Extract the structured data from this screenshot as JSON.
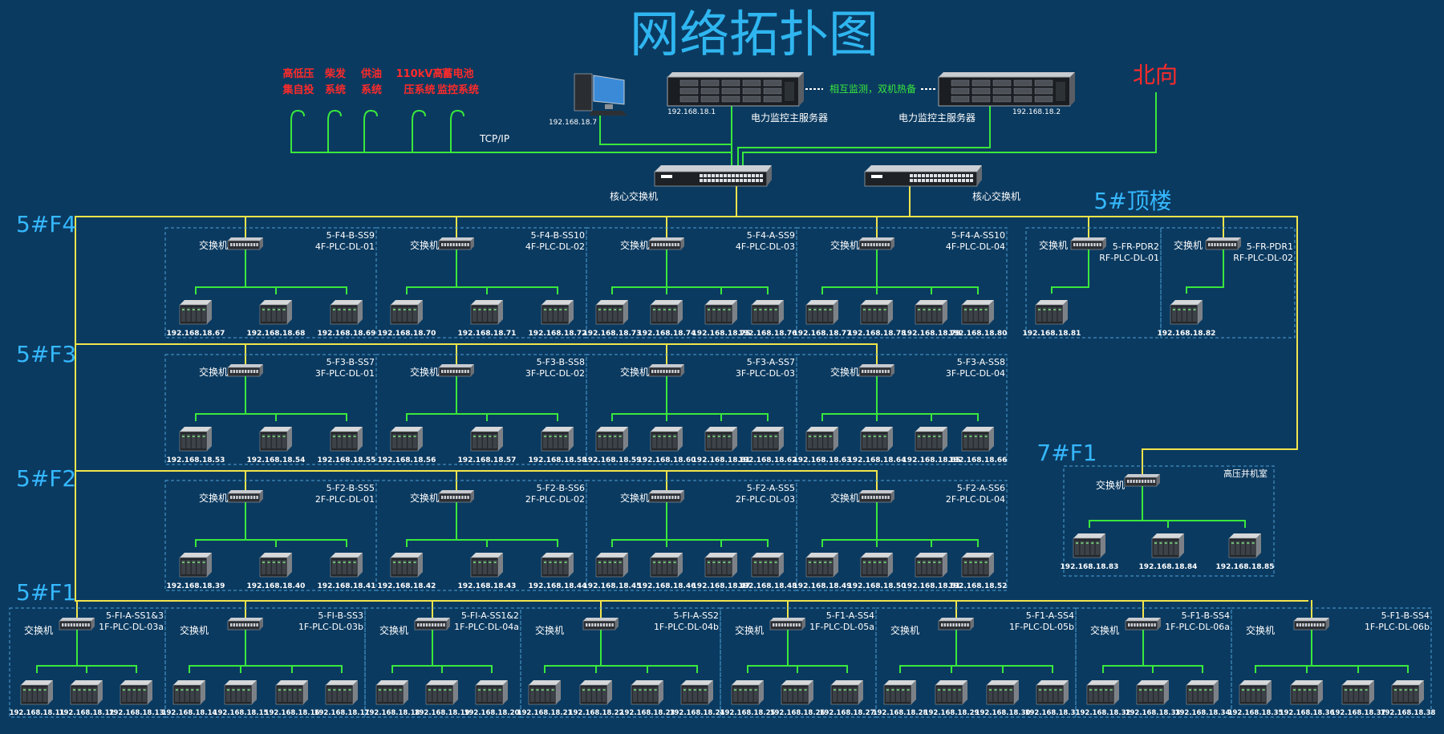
{
  "title": "网络拓扑图",
  "north_label": "北向",
  "tcpip_label": "TCP/IP",
  "switch_label": "交换机",
  "core_switch_label": "核心交换机",
  "server_pair_label": "相互监测，双机热备",
  "colors": {
    "background": "#0b3a60",
    "bus": "#f2e44a",
    "link": "#39e83c",
    "floor": "#35b8ff",
    "external": "#ff2a2a",
    "title": "#2fb6f0",
    "panel_border": "#4ea3d6"
  },
  "external_systems": [
    {
      "line1": "高低压",
      "line2": "集自投"
    },
    {
      "line1": "柴发",
      "line2": "系统"
    },
    {
      "line1": "供油",
      "line2": "系统"
    },
    {
      "line1": "110kV高",
      "line2": "压系统"
    },
    {
      "line1": "蓄电池",
      "line2": "监控系统"
    }
  ],
  "workstation": {
    "ip": "192.168.18.7"
  },
  "servers": [
    {
      "label": "电力监控主服务器",
      "ip": "192.168.18.1"
    },
    {
      "label": "电力监控主服务器",
      "ip": "192.168.18.2"
    }
  ],
  "core_switches": [
    {
      "label": "核心交换机"
    },
    {
      "label": "核心交换机"
    }
  ],
  "floors": [
    {
      "label": "5#F4",
      "panels": [
        {
          "code": "5-F4-B-SS9",
          "plc": "4F-PLC-DL-01",
          "ips": [
            "192.168.18.67",
            "192.168.18.68",
            "192.168.18.69"
          ]
        },
        {
          "code": "5-F4-B-SS10",
          "plc": "4F-PLC-DL-02",
          "ips": [
            "192.168.18.70",
            "192.168.18.71",
            "192.168.18.72"
          ]
        },
        {
          "code": "5-F4-A-SS9",
          "plc": "4F-PLC-DL-03",
          "ips": [
            "192.168.18.73",
            "192.168.18.74",
            "192.168.18.75",
            "192.168.18.76"
          ]
        },
        {
          "code": "5-F4-A-SS10",
          "plc": "4F-PLC-DL-04",
          "ips": [
            "192.168.18.77",
            "192.168.18.78",
            "192.168.18.79",
            "192.168.18.80"
          ]
        }
      ]
    },
    {
      "label": "5#F3",
      "panels": [
        {
          "code": "5-F3-B-SS7",
          "plc": "3F-PLC-DL-01",
          "ips": [
            "192.168.18.53",
            "192.168.18.54",
            "192.168.18.55"
          ]
        },
        {
          "code": "5-F3-B-SS8",
          "plc": "3F-PLC-DL-02",
          "ips": [
            "192.168.18.56",
            "192.168.18.57",
            "192.168.18.58"
          ]
        },
        {
          "code": "5-F3-A-SS7",
          "plc": "3F-PLC-DL-03",
          "ips": [
            "192.168.18.59",
            "192.168.18.60",
            "192.168.18.61",
            "192.168.18.62"
          ]
        },
        {
          "code": "5-F3-A-SS8",
          "plc": "3F-PLC-DL-04",
          "ips": [
            "192.168.18.63",
            "192.168.18.64",
            "192.168.18.65",
            "192.168.18.66"
          ]
        }
      ]
    },
    {
      "label": "5#F2",
      "panels": [
        {
          "code": "5-F2-B-SS5",
          "plc": "2F-PLC-DL-01",
          "ips": [
            "192.168.18.39",
            "192.168.18.40",
            "192.168.18.41"
          ]
        },
        {
          "code": "5-F2-B-SS6",
          "plc": "2F-PLC-DL-02",
          "ips": [
            "192.168.18.42",
            "192.168.18.43",
            "192.168.18.44"
          ]
        },
        {
          "code": "5-F2-A-SS5",
          "plc": "2F-PLC-DL-03",
          "ips": [
            "192.168.18.45",
            "192.168.18.46",
            "192.168.18.47",
            "192.168.18.48"
          ]
        },
        {
          "code": "5-F2-A-SS6",
          "plc": "2F-PLC-DL-04",
          "ips": [
            "192.168.18.49",
            "192.168.18.50",
            "192.168.18.51",
            "192.168.18.52"
          ]
        }
      ]
    },
    {
      "label": "5#F1",
      "panels": [
        {
          "code": "5-FI-A-SS1&3",
          "plc": "1F-PLC-DL-03a",
          "ips": [
            "192.168.18.11",
            "192.168.18.12",
            "192.168.18.13"
          ]
        },
        {
          "code": "5-FI-B-SS3",
          "plc": "1F-PLC-DL-03b",
          "ips": [
            "192.168.18.14",
            "192.168.18.15",
            "192.168.18.16",
            "192.168.18.17"
          ]
        },
        {
          "code": "5-FI-A-SS1&2",
          "plc": "1F-PLC-DL-04a",
          "ips": [
            "192.168.18.18",
            "192.168.18.19",
            "192.168.18.20"
          ]
        },
        {
          "code": "5-FI-A-SS2",
          "plc": "1F-PLC-DL-04b",
          "ips": [
            "192.168.18.21",
            "192.168.18.22",
            "192.168.18.23",
            "192.168.18.24"
          ]
        },
        {
          "code": "5-F1-A-SS4",
          "plc": "1F-PLC-DL-05a",
          "ips": [
            "192.168.18.25",
            "192.168.18.26",
            "192.168.18.27"
          ]
        },
        {
          "code": "5-F1-A-SS4",
          "plc": "1F-PLC-DL-05b",
          "ips": [
            "192.168.18.28",
            "192.168.18.29",
            "192.168.18.30",
            "192.168.18.31"
          ]
        },
        {
          "code": "5-F1-B-SS4",
          "plc": "1F-PLC-DL-06a",
          "ips": [
            "192.168.18.32",
            "192.168.18.33",
            "192.168.18.34"
          ]
        },
        {
          "code": "5-F1-B-SS4",
          "plc": "1F-PLC-DL-06b",
          "ips": [
            "192.168.18.35",
            "192.168.18.36",
            "192.168.18.37",
            "192.168.18.38"
          ]
        }
      ]
    }
  ],
  "roof": {
    "label": "5#顶楼",
    "panels": [
      {
        "code": "5-FR-PDR2",
        "plc": "RF-PLC-DL-01",
        "ips": [
          "192.168.18.81"
        ]
      },
      {
        "code": "5-FR-PDR1",
        "plc": "RF-PLC-DL-02",
        "ips": [
          "192.168.18.82"
        ]
      }
    ]
  },
  "building7": {
    "label": "7#F1",
    "panel": {
      "code": "高压并机室",
      "ips": [
        "192.168.18.83",
        "192.168.18.84",
        "192.168.18.85"
      ]
    }
  }
}
